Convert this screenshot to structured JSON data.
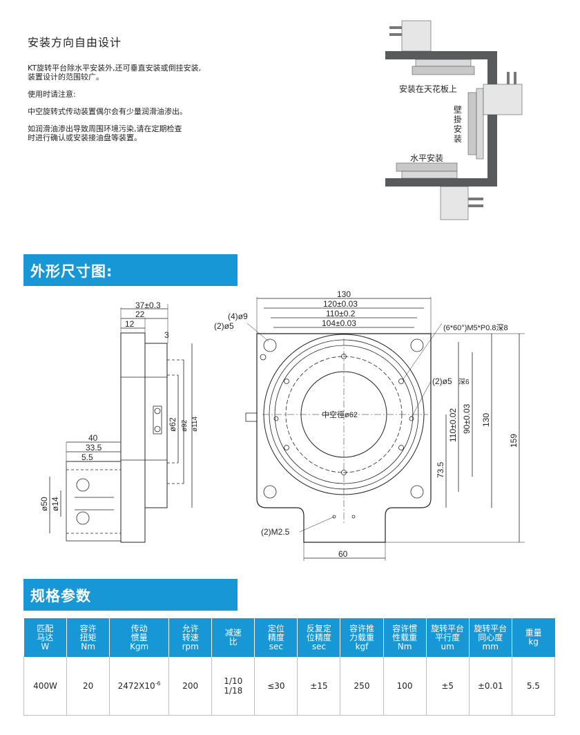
{
  "install": {
    "title": "安装方向自由设计",
    "notes": [
      "KT旋转平台除水平安装外,还可垂直安装或倒挂安装,",
      "装置设计的范围较广。",
      "使用时请注意:",
      "中空旋转式传动装置偶尔会有少量润滑油渗出。",
      "如润滑油渗出导致周围环境污染,请在定期检查",
      "时进行确认或安装接油盘等装置。"
    ],
    "labels": {
      "ceiling": "安装在天花板上",
      "wall": "壁掛安装",
      "horizontal": "水平安装"
    }
  },
  "dimension_section": {
    "title": "外形尺寸图:"
  },
  "drawing": {
    "side": {
      "d37": "37±0.3",
      "d22": "22",
      "d12": "12",
      "d3": "3",
      "d40": "40",
      "d33_5": "33.5",
      "d5_5": "5.5",
      "phi50": "ø50",
      "phi14": "ø14",
      "phi62": "ø62",
      "phi92": "ø92",
      "phi114": "ø114"
    },
    "front": {
      "d130": "130",
      "d120": "120±0.03",
      "d110": "110±0.2",
      "d104": "104±0.03",
      "hole4": "(4)ø9",
      "pin2": "(2)ø5",
      "tap6": "(6*60°)M5*P0.8深8",
      "pin2b": "(2)ø5",
      "pin2b_depth": "深6",
      "bore": "中空徑ø62",
      "v110": "110±0.02",
      "v90": "90±0.03",
      "v130": "130",
      "v159": "159",
      "v73_5": "73.5",
      "m25": "(2)M2.5",
      "h60": "60"
    }
  },
  "spec_section": {
    "title": "规格参数"
  },
  "spec_table": {
    "headers": [
      [
        "匹配",
        "马达",
        "W"
      ],
      [
        "容许",
        "扭矩",
        "Nm"
      ],
      [
        "传动",
        "惯量",
        "Kgm"
      ],
      [
        "允许",
        "转速",
        "rpm"
      ],
      [
        "减速",
        "比"
      ],
      [
        "定位",
        "精度",
        "sec"
      ],
      [
        "反复定",
        "位精度",
        "sec"
      ],
      [
        "容许推",
        "力载重",
        "kgf"
      ],
      [
        "容许惯",
        "性载重",
        "Nm"
      ],
      [
        "旋转平台",
        "平行度",
        "um"
      ],
      [
        "旋转平台",
        "同心度",
        "mm"
      ],
      [
        "重量",
        "kg"
      ]
    ],
    "row": {
      "motor": "400W",
      "torque": "20",
      "inertia": "2472X10",
      "inertia_exp": "-6",
      "speed": "200",
      "ratio_1": "1/10",
      "ratio_2": "1/18",
      "pos_acc": "≤30",
      "rep_acc": "±15",
      "thrust": "250",
      "inertia_load": "100",
      "parallelism": "±5",
      "concentricity": "±0.01",
      "weight": "5.5"
    }
  },
  "colors": {
    "accent": "#1797d5",
    "install_gray": "#595a5c",
    "line": "#231f20"
  }
}
